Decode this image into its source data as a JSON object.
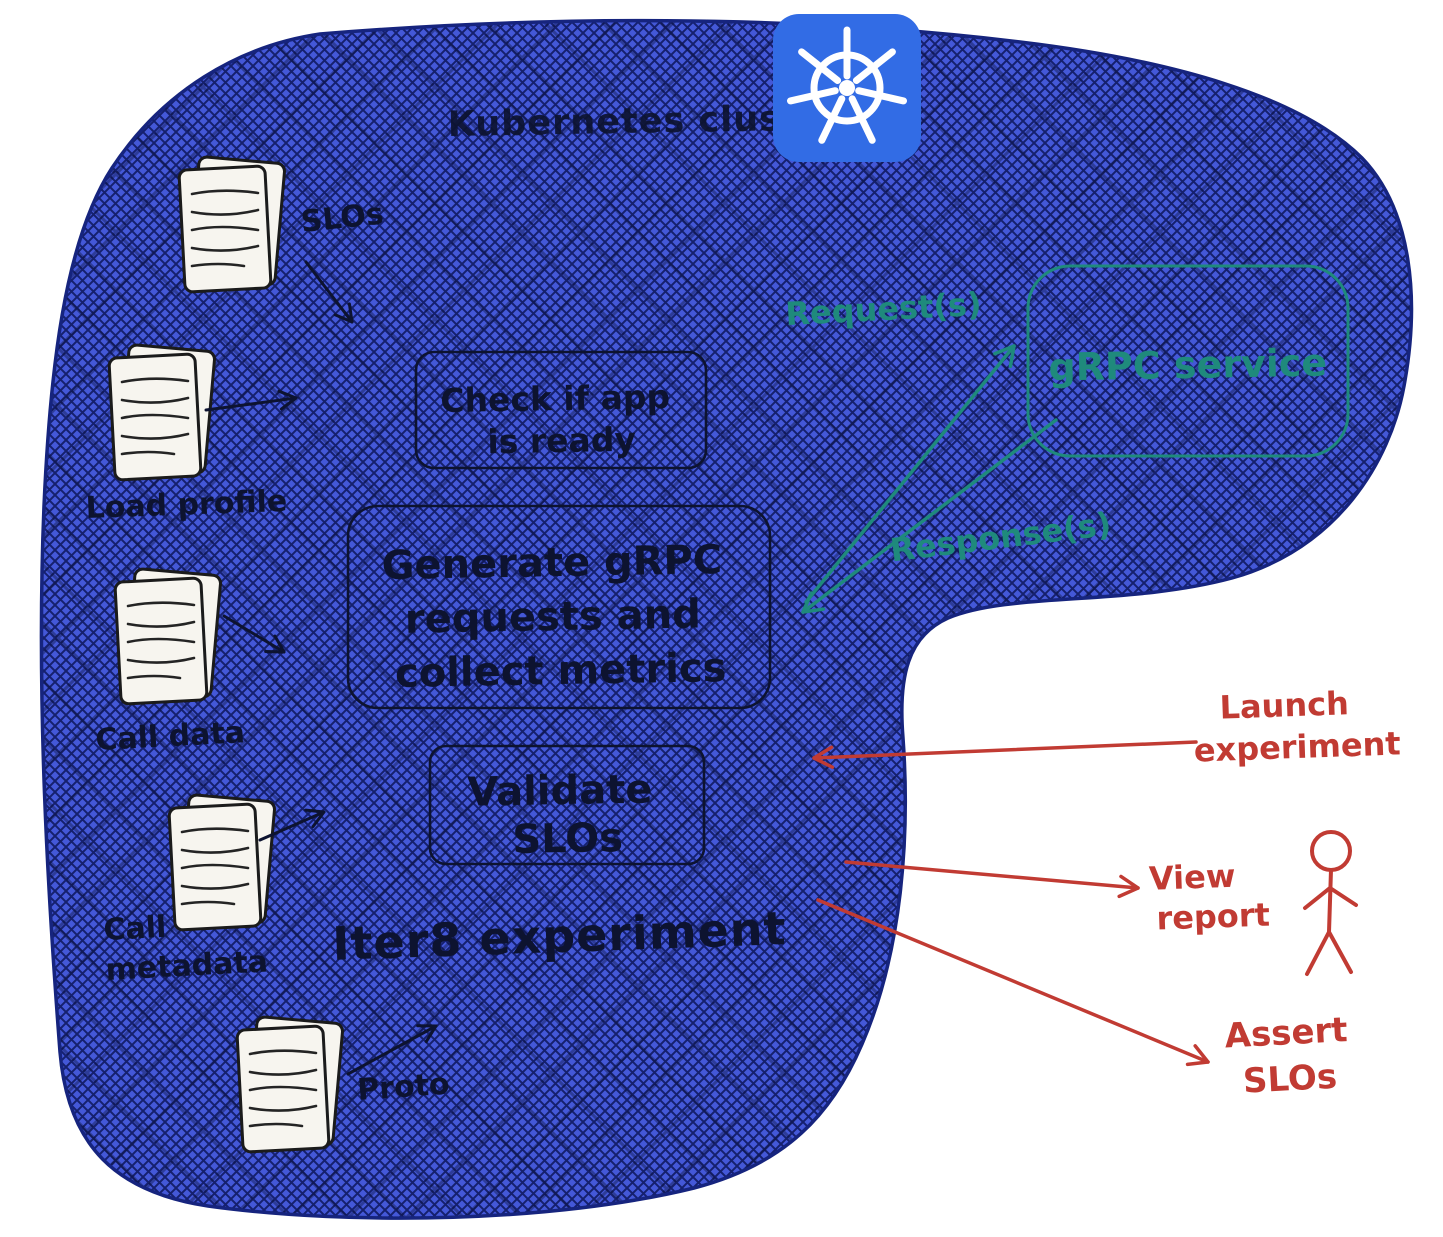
{
  "colors": {
    "cluster_fill": "#4458d8",
    "cluster_hatch": "#15206e",
    "cluster_outline": "#16247e",
    "k8s_blue": "#326ce5",
    "ink": "#0d1330",
    "teal": "#1f8a7c",
    "red": "#c13b33",
    "paper": "#f7f5ef"
  },
  "cluster": {
    "title": "Kubernetes cluster"
  },
  "documents": [
    {
      "id": "slos",
      "label": "SLOs"
    },
    {
      "id": "load-profile",
      "label": "Load profile"
    },
    {
      "id": "call-data",
      "label": "Call data"
    },
    {
      "id": "call-metadata",
      "label_line1": "Call",
      "label_line2": "metadata"
    },
    {
      "id": "proto",
      "label": "Proto"
    }
  ],
  "steps": [
    {
      "lines": [
        "Check if app",
        "is ready"
      ]
    },
    {
      "lines": [
        "Generate gRPC",
        "requests and",
        "collect metrics"
      ]
    },
    {
      "lines": [
        "Validate",
        "SLOs"
      ]
    }
  ],
  "experiment_label": "Iter8 experiment",
  "grpc_service": {
    "label": "gRPC service"
  },
  "flows": {
    "request": "Request(s)",
    "response": "Response(s)"
  },
  "user_actions": {
    "launch": {
      "line1": "Launch",
      "line2": "experiment"
    },
    "view": {
      "line1": "View",
      "line2": "report"
    },
    "assert": {
      "line1": "Assert",
      "line2": "SLOs"
    }
  }
}
